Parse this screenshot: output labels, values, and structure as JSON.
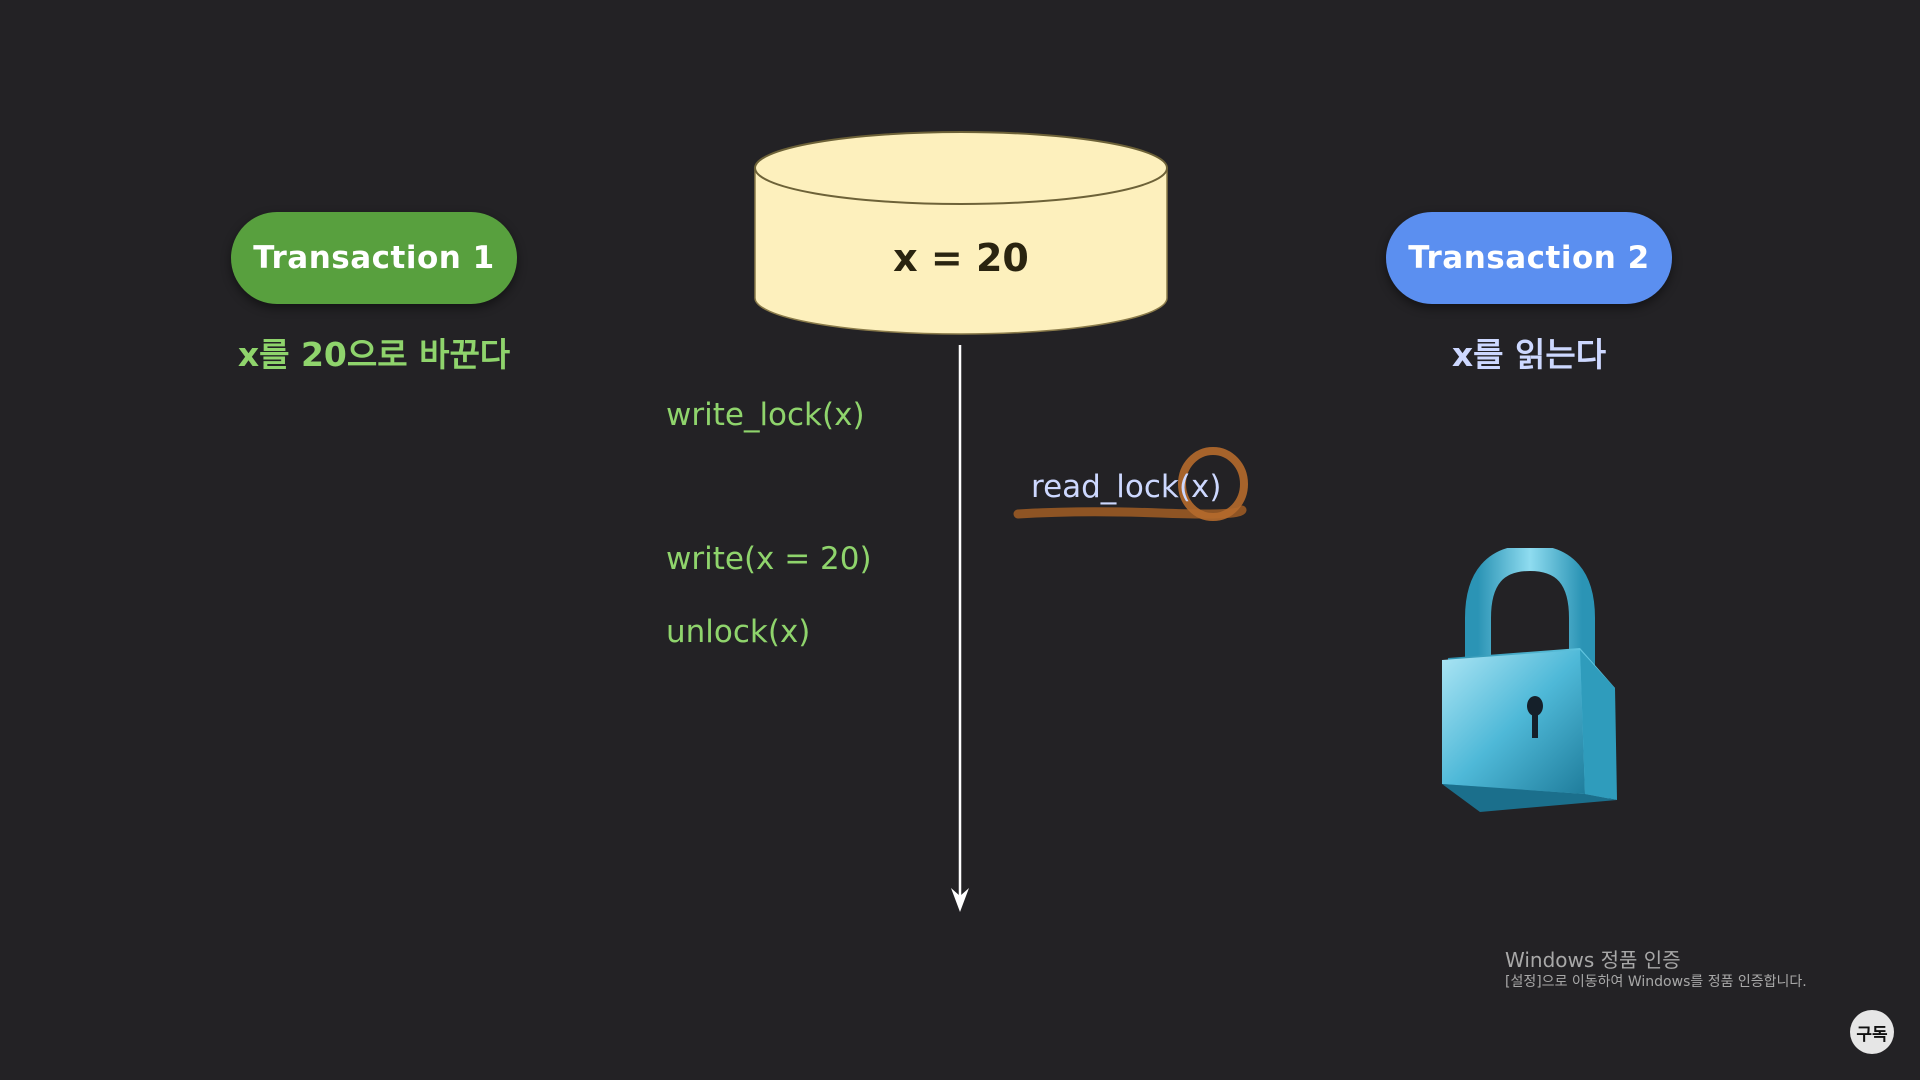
{
  "transaction1": {
    "title": "Transaction 1",
    "description": "x를 20으로 바꾼다",
    "color": "#58a03e"
  },
  "transaction2": {
    "title": "Transaction 2",
    "description": "x를 읽는다",
    "color": "#5b8ff0"
  },
  "database": {
    "label": "x = 20",
    "fill": "#fdf0bd"
  },
  "operations": {
    "write_lock": "write_lock(x)",
    "write": "write(x = 20)",
    "unlock": "unlock(x)",
    "read_lock": "read_lock(x)"
  },
  "icons": {
    "lock": "padlock-icon",
    "annotation": "pen-circle-annotation"
  },
  "windows_notice": {
    "title": "Windows 정품 인증",
    "subtitle": "[설정]으로 이동하여 Windows를 정품 인증합니다."
  },
  "subscribe_button": {
    "label": "구독"
  }
}
